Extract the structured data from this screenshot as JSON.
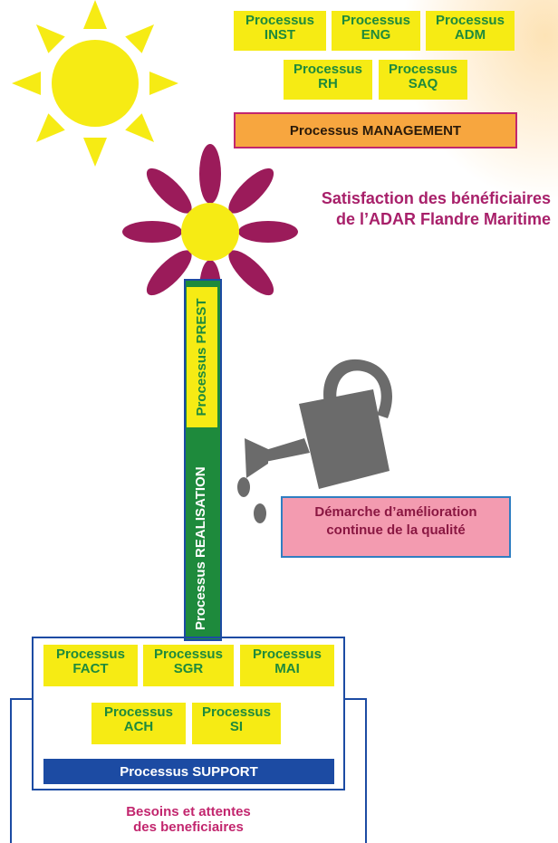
{
  "management": {
    "row1": [
      {
        "line1": "Processus",
        "line2": "INST"
      },
      {
        "line1": "Processus",
        "line2": "ENG"
      },
      {
        "line1": "Processus",
        "line2": "ADM"
      }
    ],
    "row2": [
      {
        "line1": "Processus",
        "line2": "RH"
      },
      {
        "line1": "Processus",
        "line2": "SAQ"
      }
    ],
    "bar_label": "Processus MANAGEMENT"
  },
  "satisfaction": {
    "line1": "Satisfaction des bénéficiaires",
    "line2": "de l’ADAR Flandre Maritime"
  },
  "stem": {
    "realisation_label": "Processus REALISATION",
    "prest_label": "Processus PREST"
  },
  "amelioration": {
    "line1": "Démarche d’amélioration",
    "line2": "continue de la qualité"
  },
  "support": {
    "row1": [
      {
        "line1": "Processus",
        "line2": "FACT"
      },
      {
        "line1": "Processus",
        "line2": "SGR"
      },
      {
        "line1": "Processus",
        "line2": "MAI"
      }
    ],
    "row2": [
      {
        "line1": "Processus",
        "line2": "ACH"
      },
      {
        "line1": "Processus",
        "line2": "SI"
      }
    ],
    "bar_label": "Processus SUPPORT"
  },
  "besoins": {
    "line1": "Besoins et attentes",
    "line2": "des beneficiaires"
  },
  "colors": {
    "sun": "#f6eb14",
    "petal": "#9b1b5a",
    "stem": "#1e8a3c",
    "frame": "#1c4ba3",
    "can": "#6b6b6b",
    "management_fill": "#f7a63f",
    "note_fill": "#f39bb0"
  }
}
